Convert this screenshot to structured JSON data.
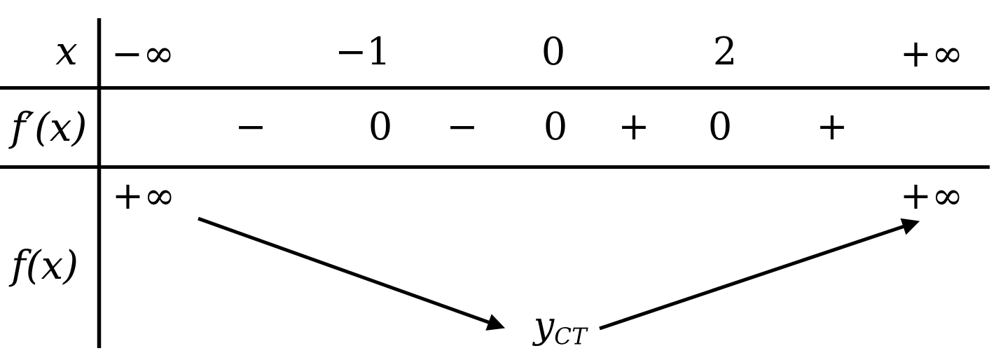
{
  "figure": {
    "kind": "variation-table",
    "colors": {
      "ink": "#000000",
      "background": "#ffffff"
    },
    "x_row": {
      "label": "x",
      "values": [
        "−∞",
        "−1",
        "0",
        "2",
        "+∞"
      ]
    },
    "fprime_row": {
      "label": "f′(x)",
      "signs": [
        "−",
        "0",
        "−",
        "0",
        "+",
        "0",
        "+"
      ]
    },
    "f_row": {
      "label": "f(x)",
      "left_limit": "+∞",
      "right_limit": "+∞",
      "minimum_base": "y",
      "minimum_subscript": "CT",
      "variations": [
        "decreasing",
        "increasing"
      ]
    }
  }
}
